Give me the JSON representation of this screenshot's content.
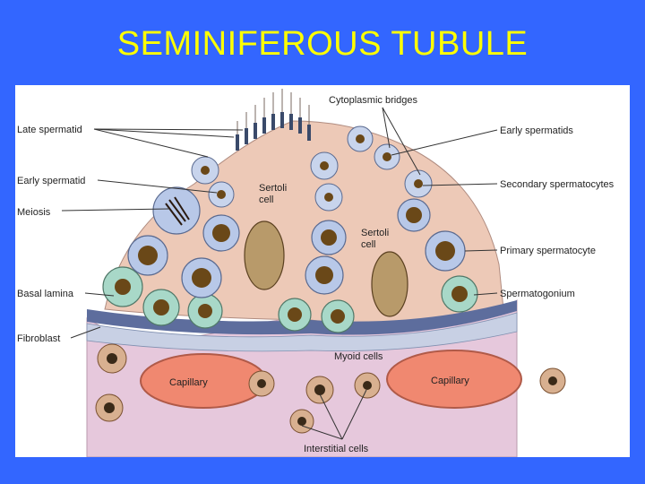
{
  "slide": {
    "title": "SEMINIFEROUS TUBULE"
  },
  "diagram": {
    "labels_left": {
      "late_spermatid": "Late spermatid",
      "early_spermatid": "Early spermatid",
      "meiosis": "Meiosis",
      "basal_lamina": "Basal lamina",
      "fibroblast": "Fibroblast"
    },
    "labels_right": {
      "early_spermatids": "Early spermatids",
      "secondary_spermatocytes": "Secondary spermatocytes",
      "primary_spermatocyte": "Primary spermatocyte",
      "spermatogonium": "Spermatogonium"
    },
    "labels_top": {
      "cytoplasmic_bridges": "Cytoplasmic bridges"
    },
    "labels_inner": {
      "sertoli_cell_1": "Sertoli\ncell",
      "sertoli_cell_2": "Sertoli\ncell",
      "myoid_cells": "Myoid cells",
      "capillary_left": "Capillary",
      "capillary_right": "Capillary",
      "interstitial_cells": "Interstitial cells"
    },
    "colors": {
      "background": "#3366ff",
      "title": "#ffff00",
      "sertoli": "#e8c4b0",
      "spermatocyte": "#b8c8e8",
      "spermatogonium": "#a8d8c8",
      "capillary": "#f08870",
      "interstitial": "#e0c4d8",
      "basal_lamina": "#5a6a9a"
    }
  }
}
